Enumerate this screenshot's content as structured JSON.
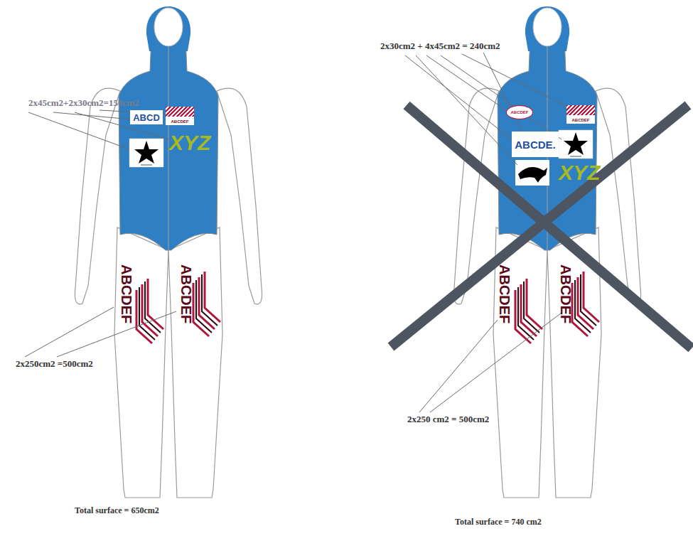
{
  "diagram": {
    "nodes": [
      {
        "text": [
          "ABCD"
        ]
      },
      {
        "text": [
          "ABCDEF"
        ]
      },
      {
        "text": [
          "ABCDEF"
        ]
      },
      {
        "text": [
          "ABCDEF"
        ]
      },
      {
        "text": [
          "ABCDE."
        ]
      }
    ],
    "labels": [
      "2x45cm2+2x30cm2=150cm2",
      "XYZ",
      "ABCDEF",
      "ABCDEF",
      "2x250cm2 =500cm2",
      "Total surface = 650cm2",
      "2x30cm2 + 4x45cm2 = 240cm2",
      "XYZ",
      "ABCDEF",
      "ABCDEF",
      "2x250 cm2 = 500cm2",
      "Total surface = 740 cm2"
    ]
  }
}
